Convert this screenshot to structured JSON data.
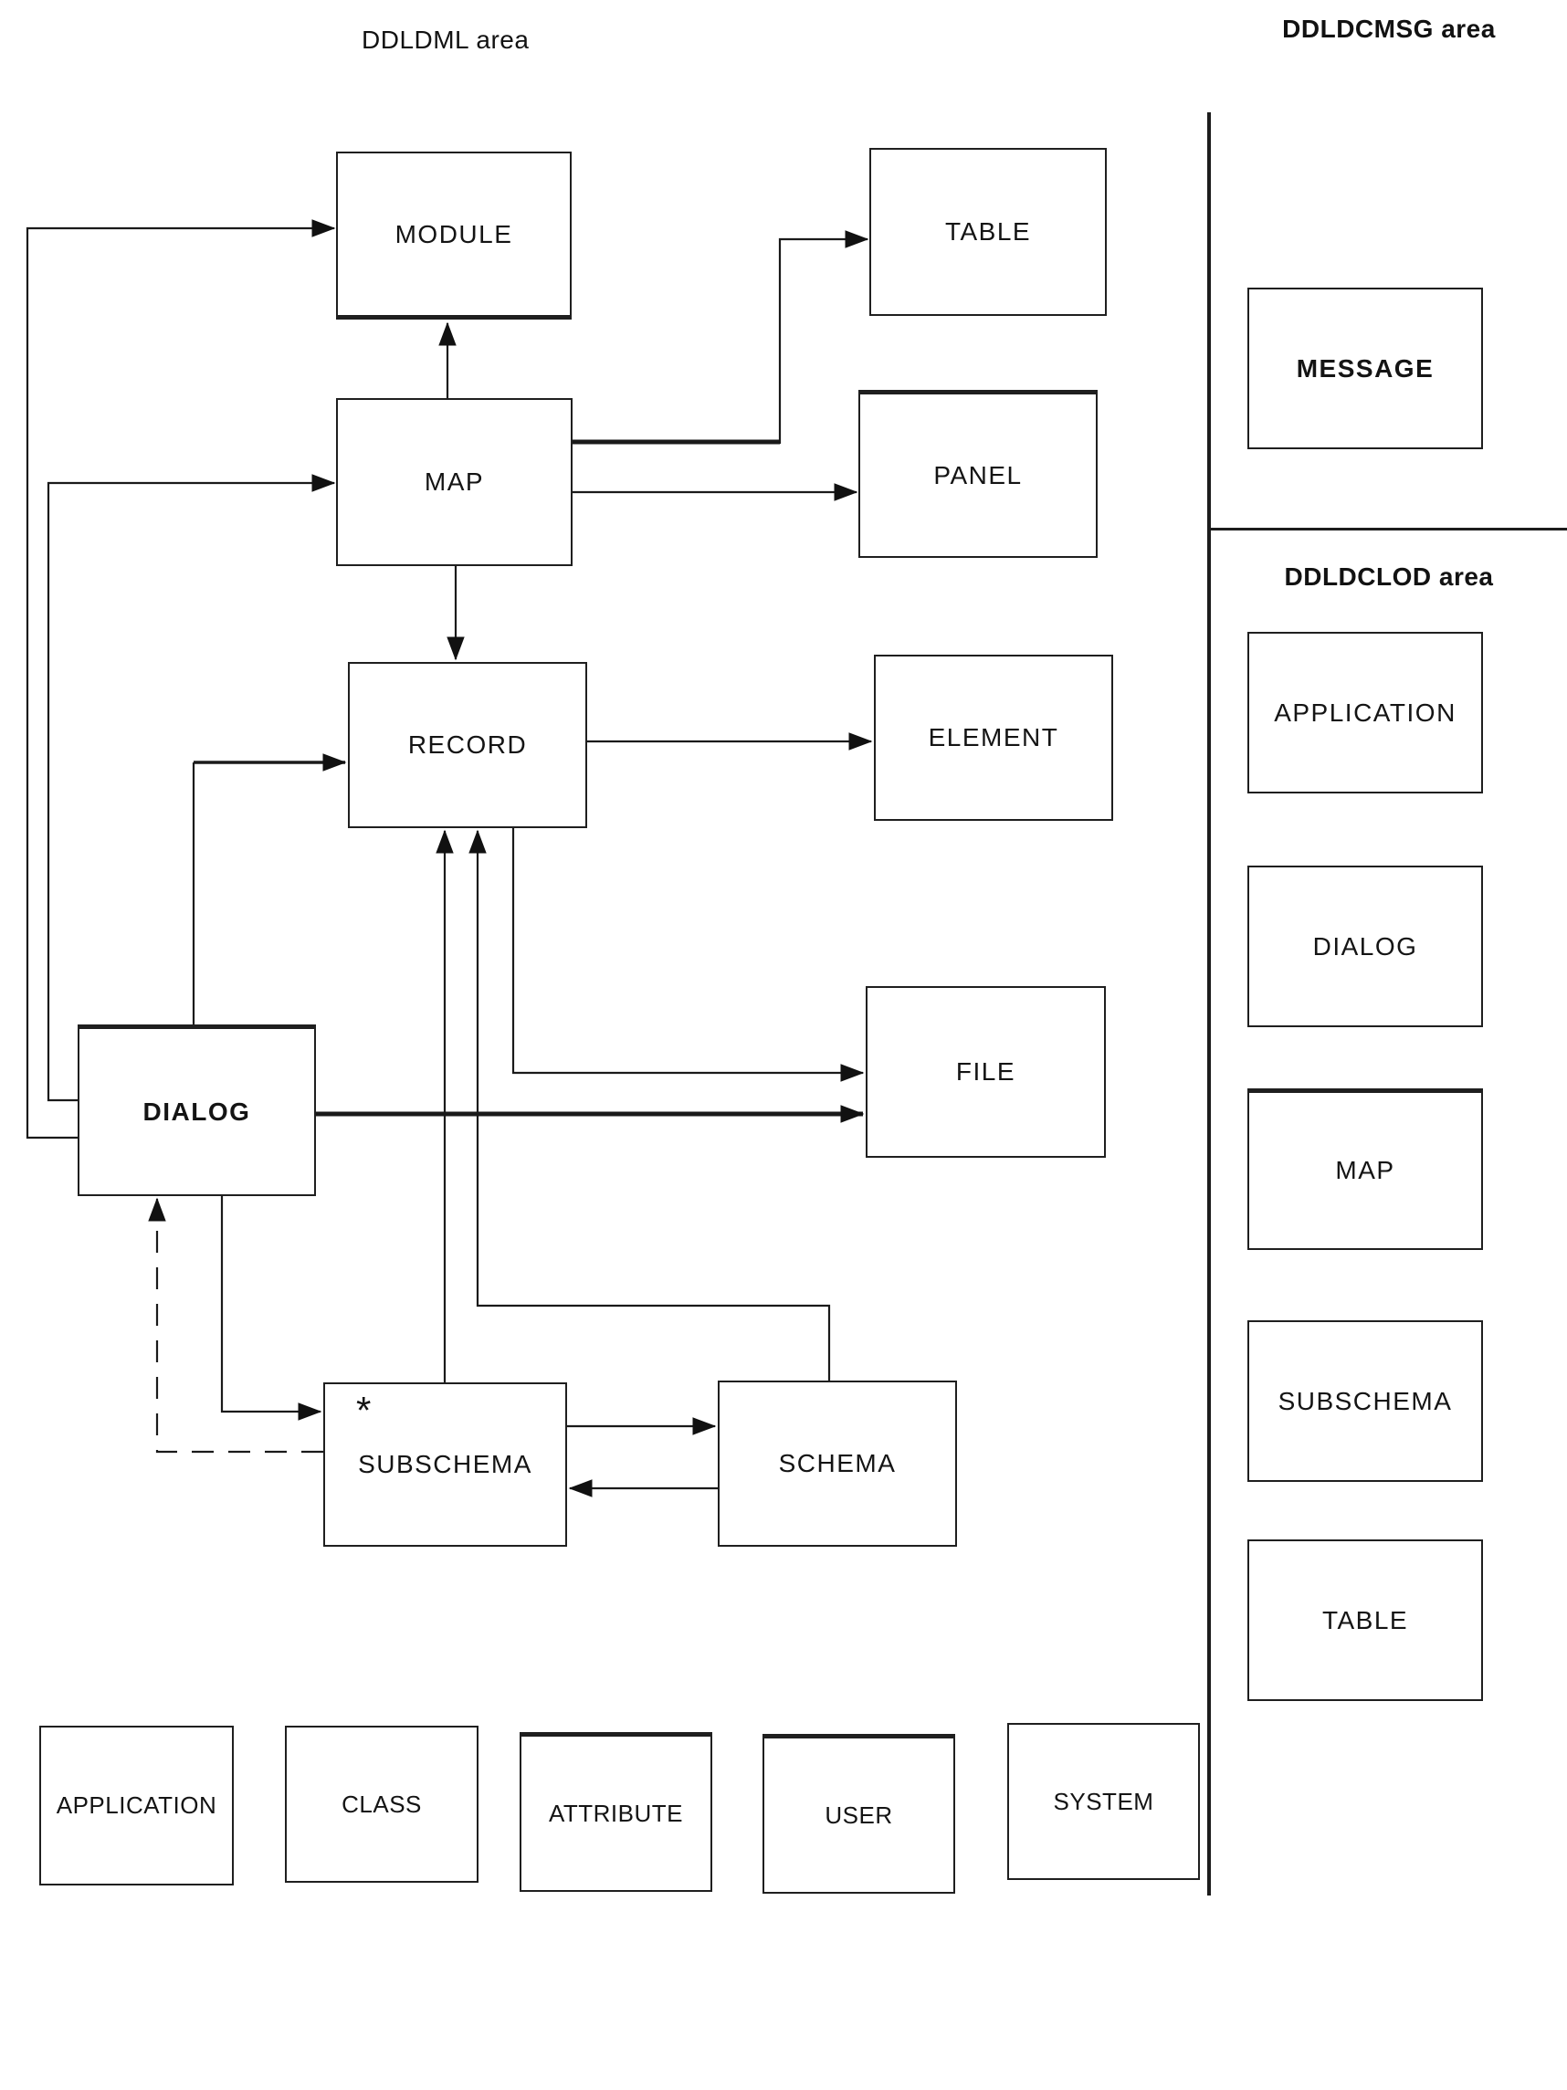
{
  "areas": {
    "ddldml": {
      "title": "DDLDML area"
    },
    "ddldcmsg": {
      "title": "DDLDCMSG area"
    },
    "ddldclod": {
      "title": "DDLDCLOD area"
    }
  },
  "annotations": {
    "subschema_star": "*"
  },
  "nodes": [
    {
      "id": "module",
      "label": "MODULE",
      "area": "DDLDML"
    },
    {
      "id": "table",
      "label": "TABLE",
      "area": "DDLDML"
    },
    {
      "id": "map",
      "label": "MAP",
      "area": "DDLDML"
    },
    {
      "id": "panel",
      "label": "PANEL",
      "area": "DDLDML"
    },
    {
      "id": "record",
      "label": "RECORD",
      "area": "DDLDML"
    },
    {
      "id": "element",
      "label": "ELEMENT",
      "area": "DDLDML"
    },
    {
      "id": "dialog",
      "label": "DIALOG",
      "area": "DDLDML"
    },
    {
      "id": "file",
      "label": "FILE",
      "area": "DDLDML"
    },
    {
      "id": "subschema",
      "label": "SUBSCHEMA",
      "area": "DDLDML",
      "annotation": "*"
    },
    {
      "id": "schema",
      "label": "SCHEMA",
      "area": "DDLDML"
    },
    {
      "id": "message",
      "label": "MESSAGE",
      "area": "DDLDCMSG"
    },
    {
      "id": "application-clod",
      "label": "APPLICATION",
      "area": "DDLDCLOD"
    },
    {
      "id": "dialog-clod",
      "label": "DIALOG",
      "area": "DDLDCLOD"
    },
    {
      "id": "map-clod",
      "label": "MAP",
      "area": "DDLDCLOD"
    },
    {
      "id": "subschema-clod",
      "label": "SUBSCHEMA",
      "area": "DDLDCLOD"
    },
    {
      "id": "table-clod",
      "label": "TABLE",
      "area": "DDLDCLOD"
    },
    {
      "id": "application-bottom",
      "label": "APPLICATION",
      "area": "DDLDML"
    },
    {
      "id": "class-bottom",
      "label": "CLASS",
      "area": "DDLDML"
    },
    {
      "id": "attribute-bottom",
      "label": "ATTRIBUTE",
      "area": "DDLDML"
    },
    {
      "id": "user-bottom",
      "label": "USER",
      "area": "DDLDML"
    },
    {
      "id": "system-bottom",
      "label": "SYSTEM",
      "area": "DDLDML"
    }
  ],
  "edges": [
    {
      "from": "DIALOG",
      "to": "MODULE",
      "style": "solid",
      "weight": "normal"
    },
    {
      "from": "DIALOG",
      "to": "MAP",
      "style": "solid",
      "weight": "normal"
    },
    {
      "from": "MAP",
      "to": "MODULE",
      "style": "solid",
      "weight": "normal"
    },
    {
      "from": "MAP",
      "to": "RECORD",
      "style": "solid",
      "weight": "normal"
    },
    {
      "from": "MAP",
      "to": "TABLE",
      "style": "solid",
      "weight": "thick-exit"
    },
    {
      "from": "MAP",
      "to": "PANEL",
      "style": "solid",
      "weight": "normal"
    },
    {
      "from": "DIALOG",
      "to": "RECORD",
      "style": "solid",
      "weight": "thick"
    },
    {
      "from": "RECORD",
      "to": "ELEMENT",
      "style": "solid",
      "weight": "normal"
    },
    {
      "from": "RECORD",
      "to": "FILE",
      "style": "solid",
      "weight": "normal"
    },
    {
      "from": "DIALOG",
      "to": "FILE",
      "style": "solid",
      "weight": "thick"
    },
    {
      "from": "SUBSCHEMA",
      "to": "RECORD",
      "style": "solid",
      "weight": "normal"
    },
    {
      "from": "SCHEMA",
      "to": "RECORD",
      "style": "solid",
      "weight": "normal"
    },
    {
      "from": "DIALOG",
      "to": "SUBSCHEMA",
      "style": "solid",
      "weight": "normal"
    },
    {
      "from": "SUBSCHEMA",
      "to": "DIALOG",
      "style": "dashed",
      "weight": "normal"
    },
    {
      "from": "SUBSCHEMA",
      "to": "SCHEMA",
      "style": "solid",
      "weight": "normal"
    },
    {
      "from": "SCHEMA",
      "to": "SUBSCHEMA",
      "style": "solid",
      "weight": "normal"
    }
  ]
}
